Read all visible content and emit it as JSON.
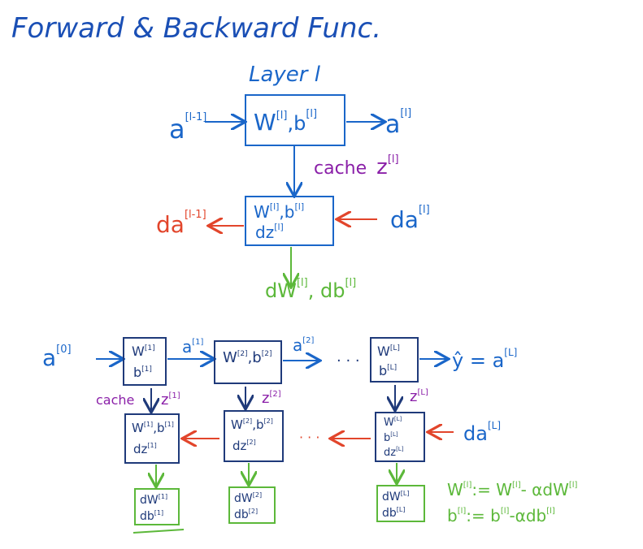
{
  "title": "Forward & Backward Func.",
  "top": {
    "layer_label": "Layer l",
    "forward_input": "a",
    "forward_input_sup": "[l-1]",
    "forward_box_w": "W",
    "forward_box_w_sup": "[l]",
    "forward_box_b": ",b",
    "forward_box_b_sup": "[l]",
    "forward_output": "a",
    "forward_output_sup": "[l]",
    "cache_label": "cache",
    "cache_z": "z",
    "cache_z_sup": "[l]",
    "back_box_line1": "W",
    "back_box_line1_sup": "[l]",
    "back_box_line1b": ",b",
    "back_box_line1b_sup": "[l]",
    "back_box_line2": "dz",
    "back_box_line2_sup": "[l]",
    "back_output": "da",
    "back_output_sup": "[l-1]",
    "back_input": "da",
    "back_input_sup": "[l]",
    "grads": "dW",
    "grads_sup": "[l]",
    "grads_b": ", db",
    "grads_b_sup": "[l]"
  },
  "chain": {
    "input": "a",
    "input_sup": "[0]",
    "box1_w": "W",
    "box1_w_sup": "[1]",
    "box1_b": "b",
    "box1_b_sup": "[1]",
    "a1": "a",
    "a1_sup": "[1]",
    "box2_w": "W",
    "box2_w_sup": "[2]",
    "box2_b": ",b",
    "box2_b_sup": "[2]",
    "a2": "a",
    "a2_sup": "[2]",
    "dots": "· · ·",
    "boxL_w": "W",
    "boxL_w_sup": "[L]",
    "boxL_b": "b",
    "boxL_b_sup": "[L]",
    "output": "ŷ = a",
    "output_sup": "[L]",
    "cache_label": "cache",
    "z1": "z",
    "z1_sup": "[1]",
    "z2": "z",
    "z2_sup": "[2]",
    "zL": "z",
    "zL_sup": "[L]",
    "back1_l1": "W",
    "back1_l1_sup": "[1]",
    "back1_l1b": ",b",
    "back1_l1b_sup": "[1]",
    "back1_l2": "dz",
    "back1_l2_sup": "[1]",
    "back2_l1": "W",
    "back2_l1_sup": "[2]",
    "back2_l1b": ",b",
    "back2_l1b_sup": "[2]",
    "back2_l2": "dz",
    "back2_l2_sup": "[2]",
    "backL_l1": "W",
    "backL_l1_sup": "[L]",
    "backL_l2": "b",
    "backL_l2_sup": "[L]",
    "backL_l3": "dz",
    "backL_l3_sup": "[L]",
    "back_dots": "· · ·",
    "da_in": "da",
    "da_in_sup": "[L]",
    "grad1_w": "dW",
    "grad1_w_sup": "[1]",
    "grad1_b": "db",
    "grad1_b_sup": "[1]",
    "grad2_w": "dW",
    "grad2_w_sup": "[2]",
    "grad2_b": "db",
    "grad2_b_sup": "[2]",
    "gradL_w": "dW",
    "gradL_w_sup": "[L]",
    "gradL_b": "db",
    "gradL_b_sup": "[L]"
  },
  "update": {
    "line1_lhs": "W",
    "line1_lhs_sup": "[l]",
    "line1_mid": ":= W",
    "line1_mid_sup": "[l]",
    "line1_rhs": "- αdW",
    "line1_rhs_sup": "[l]",
    "line2_lhs": "b",
    "line2_lhs_sup": "[l]",
    "line2_mid": ":= b",
    "line2_mid_sup": "[l]",
    "line2_rhs": "-αdb",
    "line2_rhs_sup": "[l]"
  },
  "colors": {
    "title": "#1a4fb5",
    "forward": "#1a66c9",
    "cache": "#8a1fa8",
    "backward": "#e2452b",
    "gradient": "#5cb83a",
    "box": "#1f3a7a"
  }
}
